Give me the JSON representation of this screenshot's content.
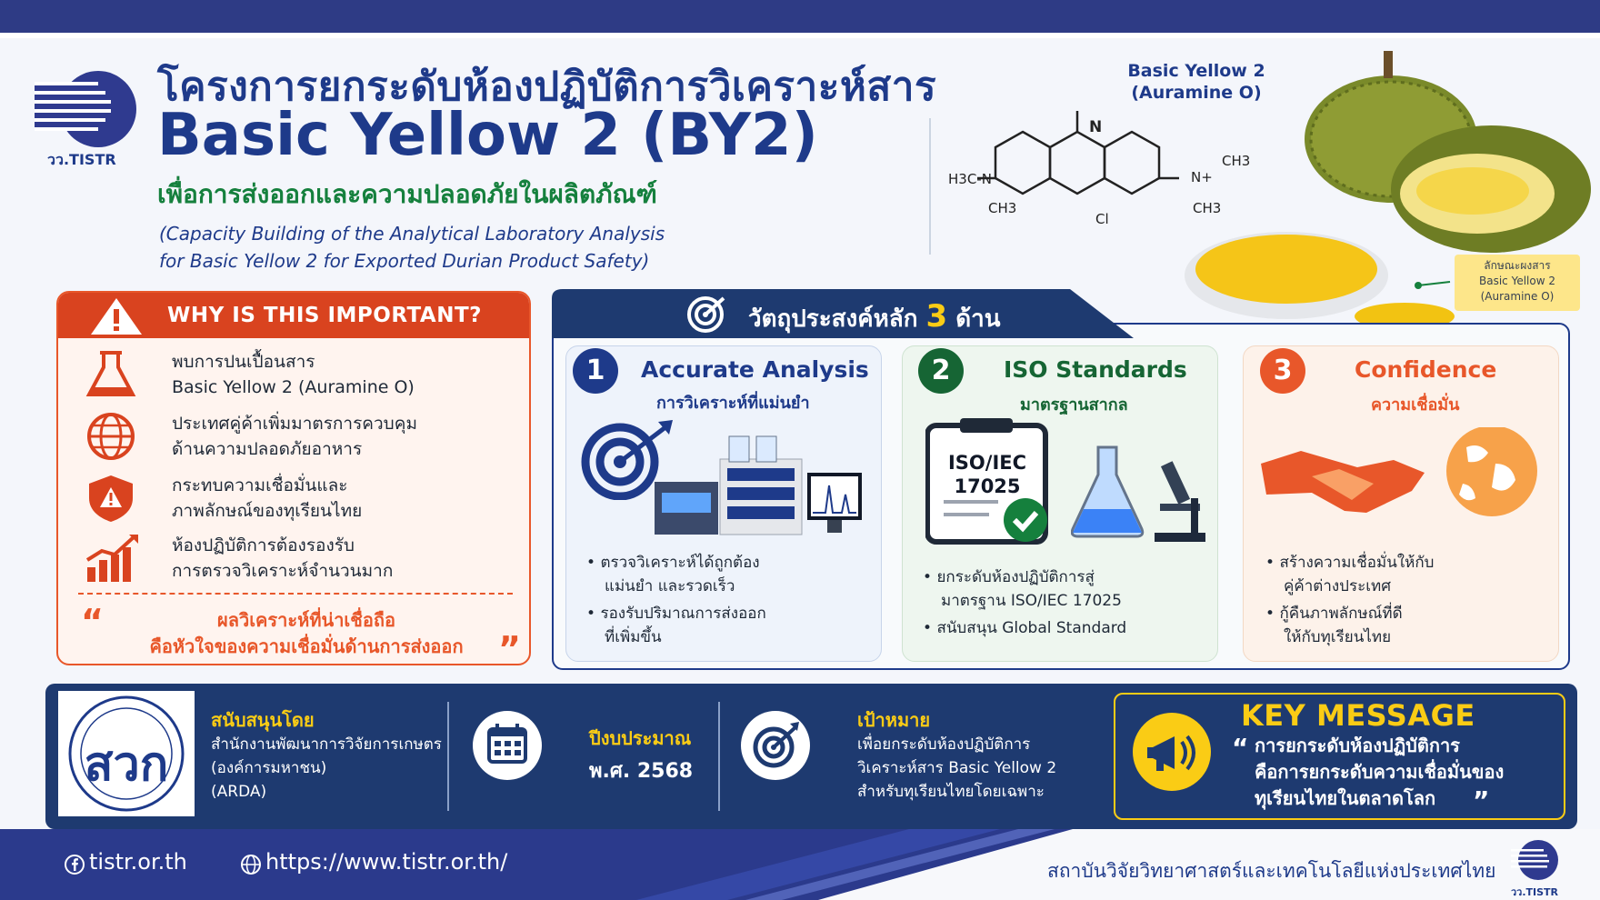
{
  "header": {
    "title_th": "โครงการยกระดับห้องปฏิบัติการวิเคราะห์สาร",
    "title_en": "Basic Yellow 2 (BY2)",
    "subtitle_th": "เพื่อการส่งออกและความปลอดภัยในผลิตภัณฑ์",
    "subtitle_en_1": "(Capacity Building of the Analytical Laboratory Analysis",
    "subtitle_en_2": "for Basic Yellow 2 for Exported Durian Product Safety)",
    "logo_text": "วว.TISTR"
  },
  "chemical": {
    "name_1": "Basic Yellow 2",
    "name_2": "(Auramine O)",
    "atom_n": "N",
    "atom_h3c_n": "H3C-N",
    "atom_ch3": "CH3",
    "atom_cl": "Cl",
    "atom_nplus": "N+",
    "powder_label_1": "ลักษณะผงสาร",
    "powder_label_2": "Basic Yellow 2",
    "powder_label_3": "(Auramine O)"
  },
  "why": {
    "heading": "WHY IS THIS IMPORTANT?",
    "items": [
      {
        "line1": "พบการปนเปื้อนสาร",
        "line2": "Basic Yellow 2 (Auramine O)"
      },
      {
        "line1": "ประเทศคู่ค้าเพิ่มมาตรการควบคุม",
        "line2": "ด้านความปลอดภัยอาหาร"
      },
      {
        "line1": "กระทบความเชื่อมั่นและ",
        "line2": "ภาพลักษณ์ของทุเรียนไทย"
      },
      {
        "line1": "ห้องปฏิบัติการต้องรองรับ",
        "line2": "การตรวจวิเคราะห์จำนวนมาก"
      }
    ],
    "quote_1": "ผลวิเคราะห์ที่น่าเชื่อถือ",
    "quote_2": "คือหัวใจของความเชื่อมั่นด้านการส่งออก",
    "quote_open": "“",
    "quote_close": "”"
  },
  "objectives": {
    "heading": "วัตถุประสงค์หลัก",
    "heading_num": "3",
    "heading_unit": "ด้าน",
    "cards": [
      {
        "num": "1",
        "title": "Accurate Analysis",
        "sub": "การวิเคราะห์ที่แม่นยำ",
        "b1a": "ตรวจวิเคราะห์ได้ถูกต้อง",
        "b1b": "แม่นยำ และรวดเร็ว",
        "b2a": "รองรับปริมาณการส่งออก",
        "b2b": "ที่เพิ่มขึ้น"
      },
      {
        "num": "2",
        "title": "ISO Standards",
        "sub": "มาตรฐานสากล",
        "doc_1": "ISO/IEC",
        "doc_2": "17025",
        "b1a": "ยกระดับห้องปฏิบัติการสู่",
        "b1b": "มาตรฐาน ISO/IEC 17025",
        "b2a": "สนับสนุน Global Standard"
      },
      {
        "num": "3",
        "title": "Confidence",
        "sub": "ความเชื่อมั่น",
        "b1a": "สร้างความเชื่อมั่นให้กับ",
        "b1b": "คู่ค้าต่างประเทศ",
        "b2a": "กู้คืนภาพลักษณ์ที่ดี",
        "b2b": "ให้กับทุเรียนไทย"
      }
    ]
  },
  "support": {
    "label": "สนับสนุนโดย",
    "line1": "สำนักงานพัฒนาการวิจัยการเกษตร",
    "line2": "(องค์การมหาชน)",
    "line3": "(ARDA)",
    "logo_letters": "สวก"
  },
  "budget": {
    "label": "ปีงบประมาณ",
    "value": "พ.ศ. 2568"
  },
  "goal": {
    "label": "เป้าหมาย",
    "line1": "เพื่อยกระดับห้องปฏิบัติการ",
    "line2": "วิเคราะห์สาร Basic Yellow 2",
    "line3": "สำหรับทุเรียนไทยโดยเฉพาะ"
  },
  "key": {
    "title": "KEY MESSAGE",
    "line1": "การยกระดับห้องปฏิบัติการ",
    "line2": "คือการยกระดับความเชื่อมั่นของ",
    "line3": "ทุเรียนไทยในตลาดโลก",
    "open": "“",
    "close": "”"
  },
  "footer": {
    "facebook": "tistr.or.th",
    "website": "https://www.tistr.or.th/",
    "org": "สถาบันวิจัยวิทยาศาสตร์และเทคโนโลยีแห่งประเทศไทย",
    "logo_text": "วว.TISTR"
  },
  "colors": {
    "navy": "#1e3a8a",
    "green": "#15803d",
    "orange": "#e8572a",
    "yellow": "#facc15"
  }
}
